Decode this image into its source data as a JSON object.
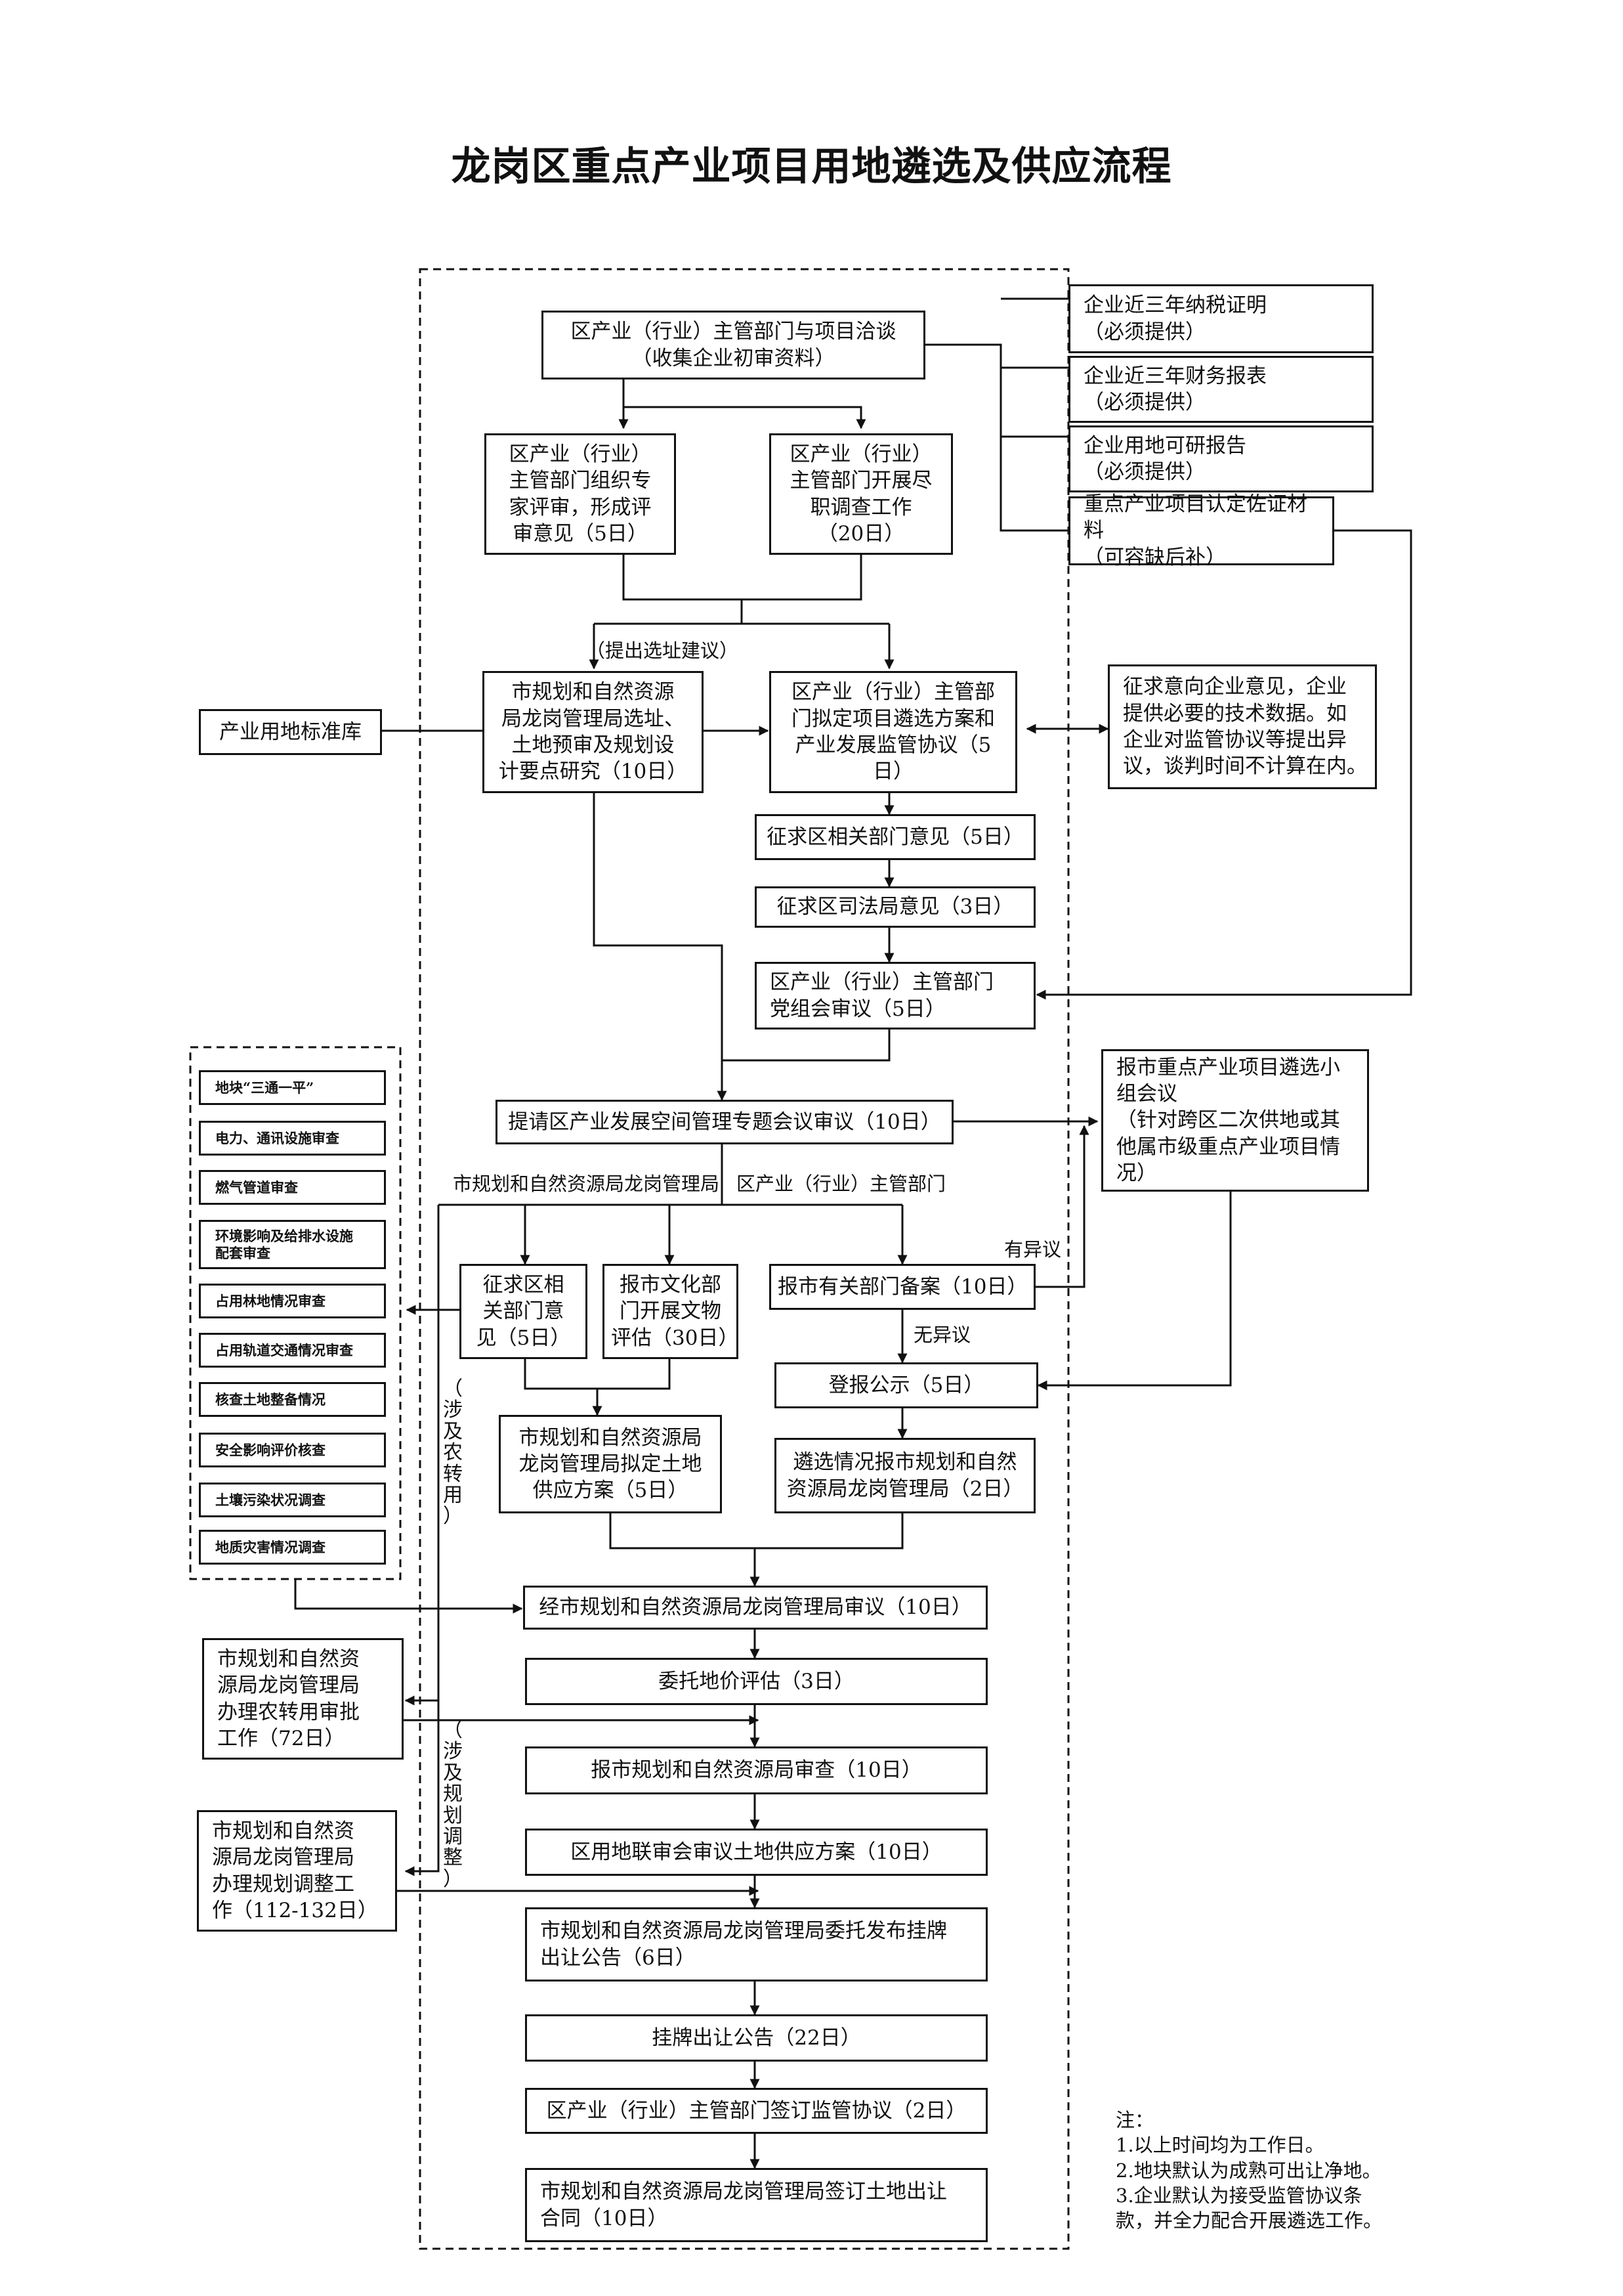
{
  "title": "龙岗区重点产业项目用地遴选及供应流程",
  "boxes": {
    "negotiate": "区产业（行业）主管部门与项目洽谈\n（收集企业初审资料）",
    "tax": "企业近三年纳税证明\n（必须提供）",
    "finance": "企业近三年财务报表\n（必须提供）",
    "feasibility": "企业用地可研报告\n（必须提供）",
    "evidence": "重点产业项目认定佐证材料\n（可容缺后补）",
    "expert_review": "区产业（行业）\n主管部门组织专\n家评审，形成评\n审意见（5日）",
    "due_diligence": "区产业（行业）\n主管部门开展尽\n职调查工作\n（20日）",
    "site_study": "市规划和自然资源\n局龙岗管理局选址、\n土地预审及规划设\n计要点研究（10日）",
    "selection_plan": "区产业（行业）主管部\n门拟定项目遴选方案和\n产业发展监管协议（5\n日）",
    "land_db": "产业用地标准库",
    "enterprise_opinion": "征求意向企业意见，企业\n提供必要的技术数据。如\n企业对监管协议等提出异\n议，谈判时间不计算在内。",
    "dept_opinion": "征求区相关部门意见（5日）",
    "justice_opinion": "征求区司法局意见（3日）",
    "party_review": "区产业（行业）主管部门\n党组会审议（5日）",
    "district_meeting": "提请区产业发展空间管理专题会议审议（10日）",
    "city_group": "报市重点产业项目遴选小\n组会议\n（针对跨区二次供地或其\n他属市级重点产业项目情\n况）",
    "dept_opinion2": "征求区相\n关部门意\n见（5日）",
    "cultural_relic": "报市文化部\n门开展文物\n评估（30日）",
    "filing": "报市有关部门备案（10日）",
    "publicity": "登报公示（5日）",
    "supply_plan": "市规划和自然资源局\n龙岗管理局拟定土地\n供应方案（5日）",
    "report_selection": "遴选情况报市规划和自然\n资源局龙岗管理局（2日）",
    "city_review": "经市规划和自然资源局龙岗管理局审议（10日）",
    "price_eval": "委托地价评估（3日）",
    "city_audit": "报市规划和自然资源局审查（10日）",
    "joint_review": "区用地联审会审议土地供应方案（10日）",
    "listing_notice": "市规划和自然资源局龙岗管理局委托发布挂牌\n出让公告（6日）",
    "listing": "挂牌出让公告（22日）",
    "supervision": "区产业（行业）主管部门签订监管协议（2日）",
    "contract": "市规划和自然资源局龙岗管理局签订土地出让\n合同（10日）",
    "farmland": "市规划和自然资\n源局龙岗管理局\n办理农转用审批\n工作（72日）",
    "plan_adjust": "市规划和自然资\n源局龙岗管理局\n办理规划调整工\n作（112-132日）"
  },
  "checklist": [
    "地块“三通一平”",
    "电力、通讯设施审查",
    "燃气管道审查",
    "环境影响及给排水设施\n配套审查",
    "占用林地情况审查",
    "占用轨道交通情况审查",
    "核查土地整备情况",
    "安全影响评价核查",
    "土壤污染状况调查",
    "地质灾害情况调查"
  ],
  "labels": {
    "site_suggestion": "（提出选址建议）",
    "bureau": "市规划和自然资源局龙岗管理局",
    "industry_dept": "区产业（行业）主管部门",
    "has_objection": "有异议",
    "no_objection": "无异议",
    "farmland_conversion": "（\n涉\n及\n农\n转\n用\n）",
    "plan_adjustment": "（\n涉\n及\n规\n划\n调\n整\n）"
  },
  "notes": {
    "header": "注：",
    "items": [
      "1.以上时间均为工作日。",
      "2.地块默认为成熟可出让净地。",
      "3.企业默认为接受监管协议条\n款，并全力配合开展遴选工作。"
    ]
  }
}
